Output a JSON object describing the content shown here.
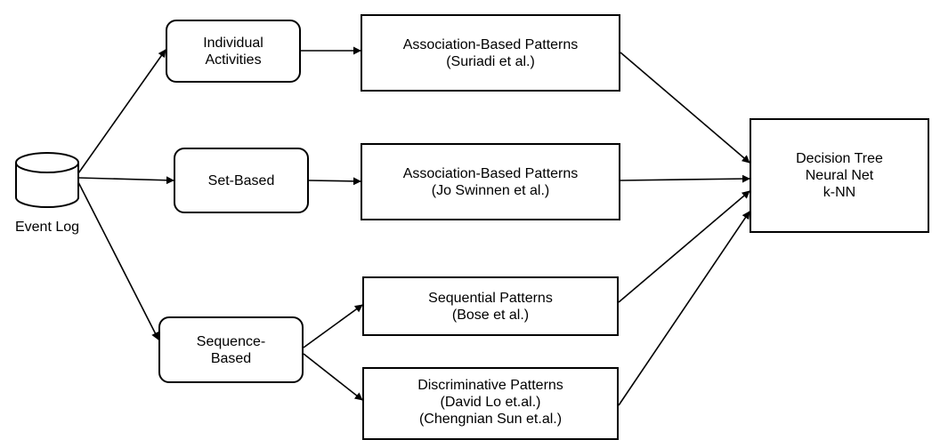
{
  "source": {
    "label": "Event Log"
  },
  "approaches": {
    "individual": {
      "line1": "Individual",
      "line2": "Activities"
    },
    "set": {
      "line1": "Set-Based"
    },
    "sequence": {
      "line1": "Sequence-",
      "line2": "Based"
    }
  },
  "patterns": {
    "assoc_suriadi": {
      "line1": "Association-Based Patterns",
      "line2": "(Suriadi et al.)"
    },
    "assoc_swinnen": {
      "line1": "Association-Based Patterns",
      "line2": "(Jo Swinnen et al.)"
    },
    "sequential": {
      "line1": "Sequential Patterns",
      "line2": "(Bose et al.)"
    },
    "discriminative": {
      "line1": "Discriminative Patterns",
      "line2": "(David Lo et.al.)",
      "line3": "(Chengnian Sun et.al.)"
    }
  },
  "classifiers": {
    "line1": "Decision Tree",
    "line2": "Neural Net",
    "line3": "k-NN"
  }
}
